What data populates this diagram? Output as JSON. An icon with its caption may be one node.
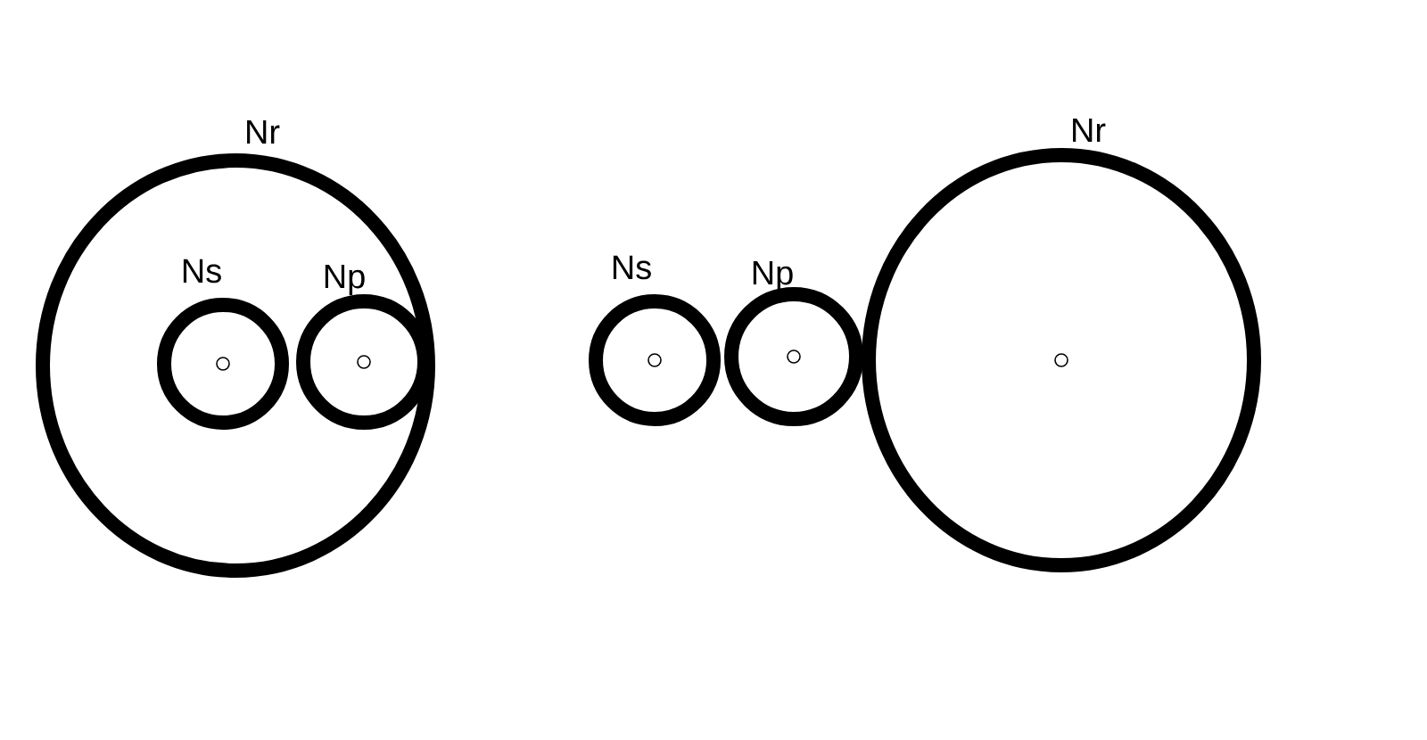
{
  "diagram": {
    "nodes": [
      {
        "text": [
          "Nr"
        ]
      },
      {
        "text": [
          "Ns"
        ],
        "in": 0
      },
      {
        "text": [
          "Np"
        ],
        "in": 0
      },
      {
        "text": [
          "Ns"
        ]
      },
      {
        "text": [
          "Np"
        ]
      },
      {
        "text": [
          "Nr"
        ]
      }
    ]
  }
}
